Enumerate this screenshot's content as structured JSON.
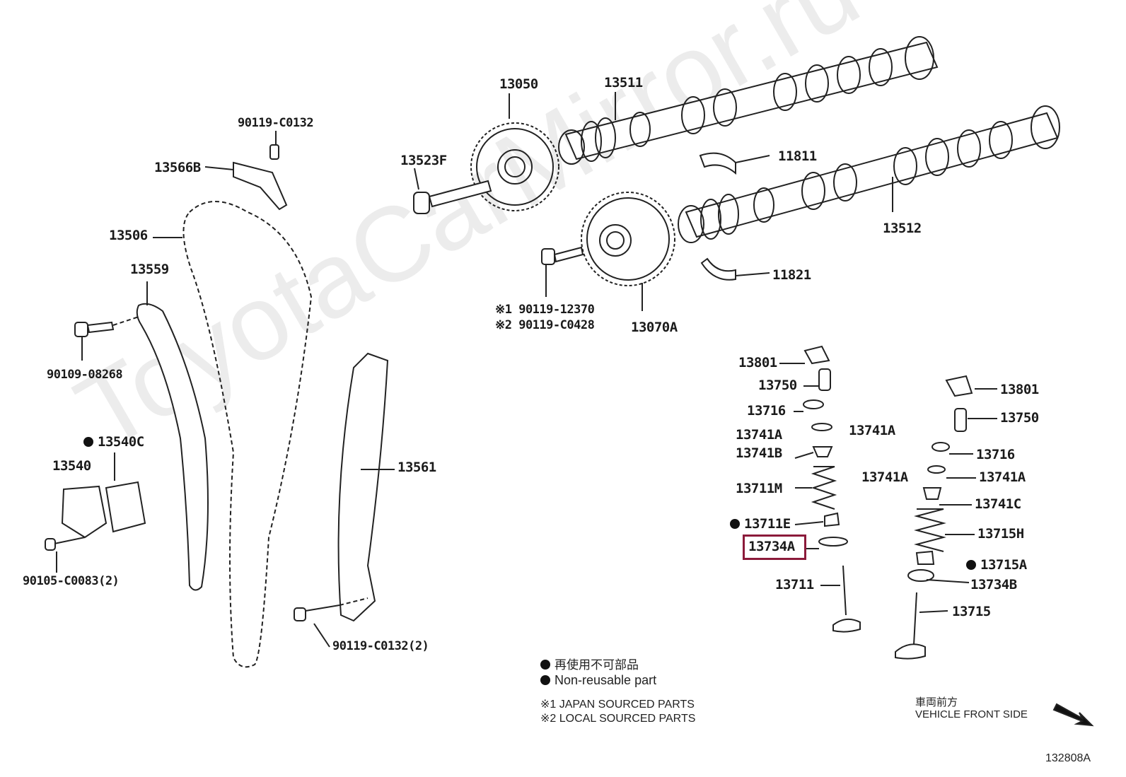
{
  "watermark": "ToyotaCarMirror.ru",
  "labels": {
    "p13050": "13050",
    "p13511": "13511",
    "p13523F": "13523F",
    "p11811": "11811",
    "p13512": "13512",
    "p11821": "11821",
    "p13070A": "13070A",
    "p90119_12370": "※1 90119-12370",
    "p90119_C0428": "※2 90119-C0428",
    "p90119_C0132_top": "90119-C0132",
    "p13566B": "13566B",
    "p13506": "13506",
    "p13559": "13559",
    "p90109_08268": "90109-08268",
    "p13540C": "13540C",
    "p13540": "13540",
    "p90105_C0083": "90105-C0083(2)",
    "p13561": "13561",
    "p90119_C0132_bot": "90119-C0132(2)",
    "p13801_l": "13801",
    "p13750_l": "13750",
    "p13716_l": "13716",
    "p13741A_l1": "13741A",
    "p13741A_l2": "13741A",
    "p13741B": "13741B",
    "p13711M": "13711M",
    "p13711E": "13711E",
    "p13734A": "13734A",
    "p13711": "13711",
    "p13801_r": "13801",
    "p13750_r": "13750",
    "p13716_r": "13716",
    "p13741A_r1": "13741A",
    "p13741A_r2": "13741A",
    "p13741C": "13741C",
    "p13715H": "13715H",
    "p13715A": "13715A",
    "p13734B": "13734B",
    "p13715": "13715"
  },
  "legend": {
    "nonreusable_jp": "再使用不可部品",
    "nonreusable_en": "Non-reusable part",
    "note1": "※1 JAPAN SOURCED PARTS",
    "note2": "※2 LOCAL SOURCED PARTS",
    "front_jp": "車両前方",
    "front_en": "VEHICLE FRONT SIDE"
  },
  "figure_id": "132808A",
  "highlight_color": "#8b1a3a"
}
